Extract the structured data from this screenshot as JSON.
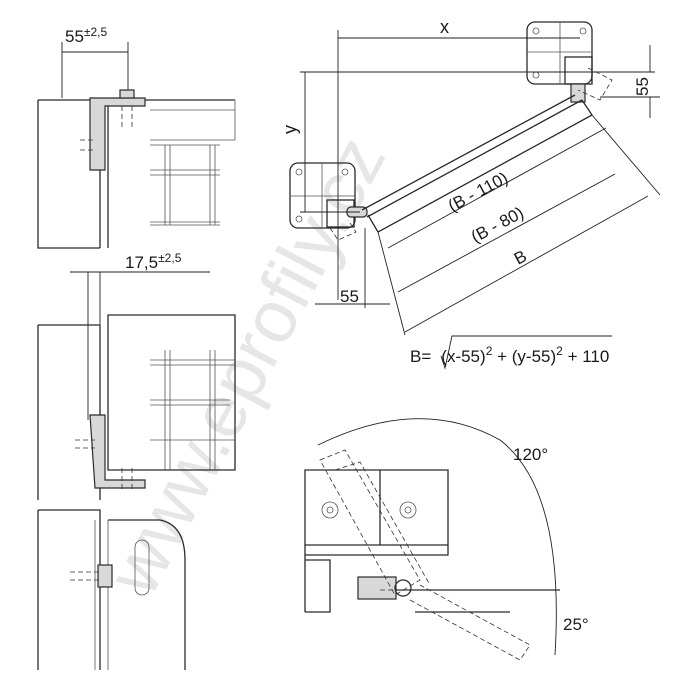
{
  "watermark": "www.eprofily.cz",
  "left_details": {
    "dim_top": {
      "value": "55",
      "tolerance": "±2,5"
    },
    "dim_middle": {
      "value": "17,5",
      "tolerance": "±2,5"
    }
  },
  "arm_diagram": {
    "label_x": "x",
    "label_y": "y",
    "dim_55_right": "55",
    "dim_55_bottom": "55",
    "dim_b_minus_110": "(B - 110)",
    "dim_b_minus_80": "(B - 80)",
    "dim_b": "B",
    "formula": {
      "prefix": "B=",
      "term1": "(x-55)",
      "exp1": "2",
      "plus": " + ",
      "term2": "(y-55)",
      "exp2": "2",
      "suffix": " + 110"
    }
  },
  "rotation_diagram": {
    "angle_main": "120°",
    "angle_down": "25°"
  }
}
